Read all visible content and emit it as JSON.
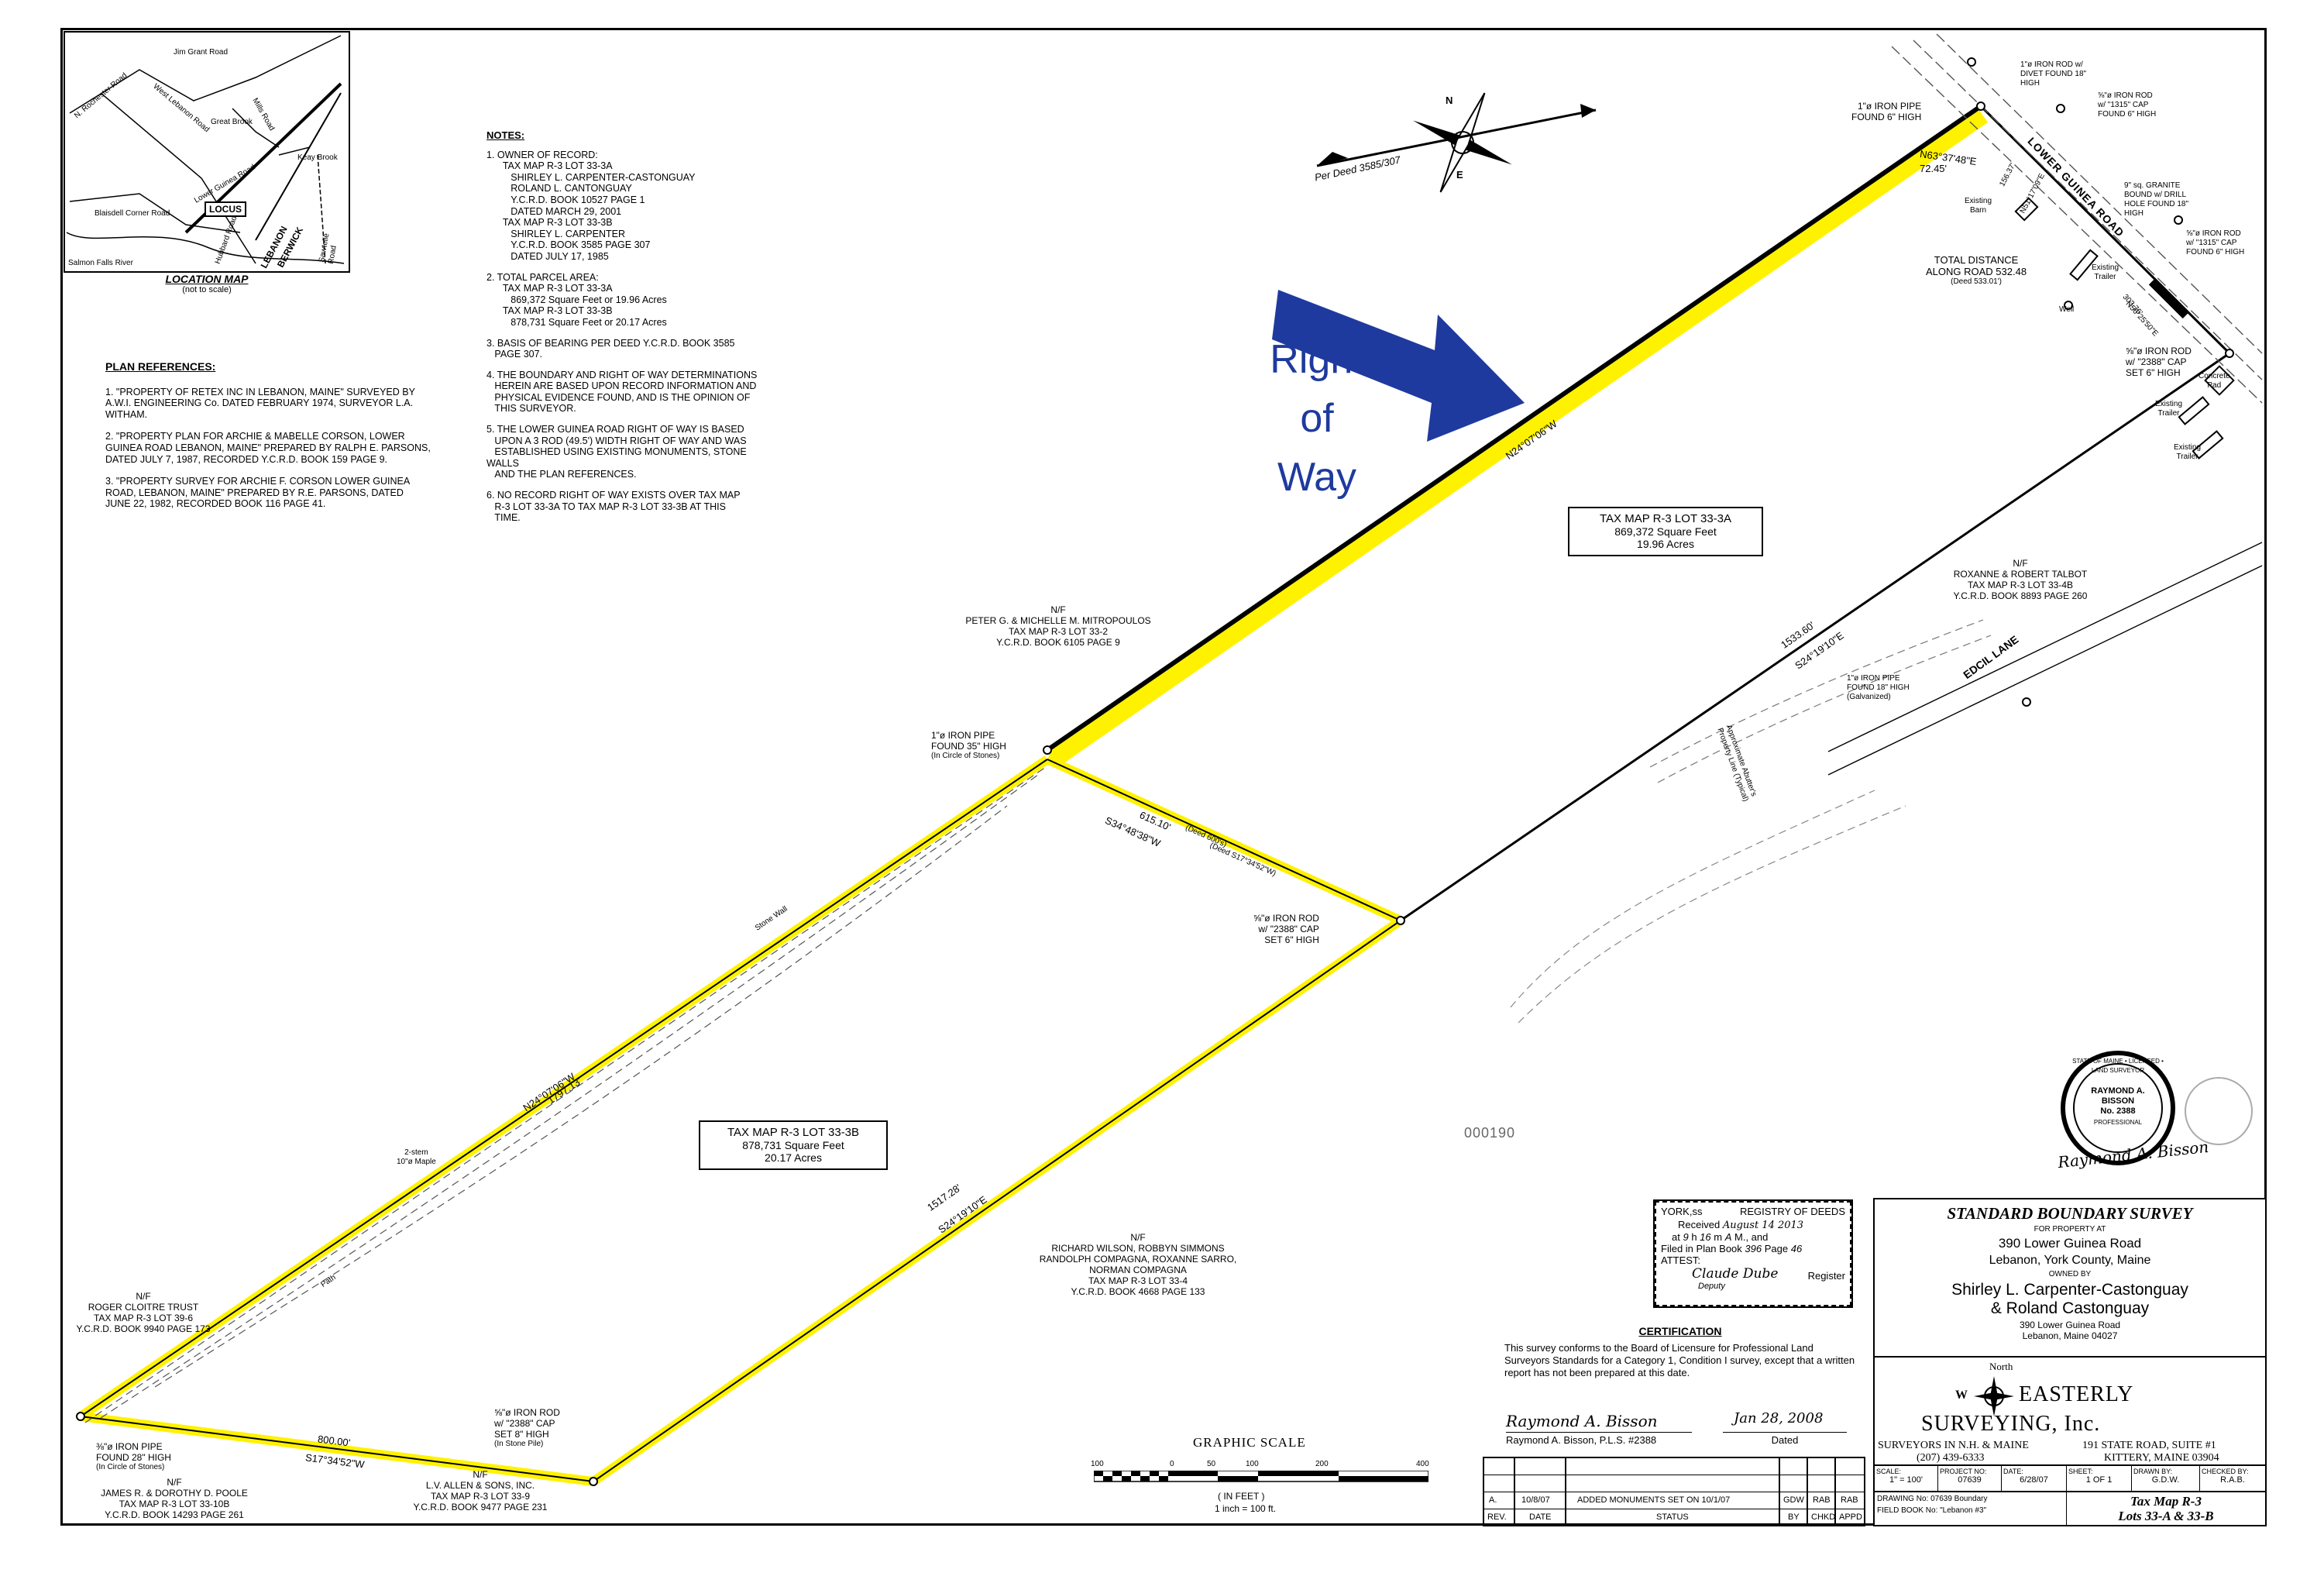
{
  "location_map": {
    "title": "LOCATION MAP",
    "subtitle": "(not to scale)",
    "roads": [
      "Jim Grant Road",
      "N. Rochester Road",
      "West Lebanon Road",
      "Great Brook",
      "Mills Road",
      "Keay Brook",
      "Lower Guinea Road",
      "Blaisdell Corner Road",
      "Hubbard Road",
      "Sawtelle Road",
      "Salmon Falls River"
    ],
    "locus": "LOCUS",
    "towns": [
      "LEBANON",
      "BERWICK"
    ]
  },
  "notes": {
    "heading": "NOTES:",
    "items": [
      "1. OWNER OF RECORD:\n      TAX MAP R-3 LOT 33-3A\n         SHIRLEY L. CARPENTER-CASTONGUAY\n         ROLAND L. CANTONGUAY\n         Y.C.R.D. BOOK 10527 PAGE 1\n         DATED MARCH 29, 2001\n      TAX MAP R-3 LOT 33-3B\n         SHIRLEY L. CARPENTER\n         Y.C.R.D. BOOK 3585 PAGE 307\n         DATED JULY 17, 1985",
      "2. TOTAL PARCEL AREA:\n      TAX MAP R-3 LOT 33-3A\n         869,372 Square Feet or 19.96 Acres\n      TAX MAP R-3 LOT 33-3B\n         878,731 Square Feet or 20.17 Acres",
      "3. BASIS OF BEARING PER DEED Y.C.R.D. BOOK 3585\n   PAGE 307.",
      "4. THE BOUNDARY AND RIGHT OF WAY DETERMINATIONS\n   HEREIN ARE BASED UPON RECORD INFORMATION AND\n   PHYSICAL EVIDENCE FOUND, AND IS THE OPINION OF\n   THIS SURVEYOR.",
      "5. THE LOWER GUINEA ROAD RIGHT OF WAY IS BASED\n   UPON A 3 ROD (49.5') WIDTH RIGHT OF WAY AND WAS\n   ESTABLISHED USING EXISTING MONUMENTS, STONE WALLS\n   AND THE PLAN REFERENCES.",
      "6. NO RECORD RIGHT OF WAY EXISTS OVER TAX MAP\n   R-3 LOT 33-3A TO TAX MAP R-3 LOT 33-3B AT THIS\n   TIME."
    ]
  },
  "plan_references": {
    "heading": "PLAN REFERENCES:",
    "items": [
      "1. \"PROPERTY OF RETEX INC IN LEBANON, MAINE\" SURVEYED BY A.W.I. ENGINEERING Co. DATED FEBRUARY 1974, SURVEYOR L.A. WITHAM.",
      "2. \"PROPERTY PLAN FOR ARCHIE & MABELLE CORSON, LOWER GUINEA ROAD LEBANON, MAINE\" PREPARED BY RALPH E. PARSONS, DATED JULY 7, 1987, RECORDED Y.C.R.D. BOOK 159 PAGE 9.",
      "3. \"PROPERTY SURVEY FOR ARCHIE F. CORSON LOWER GUINEA ROAD, LEBANON, MAINE\" PREPARED BY R.E. PARSONS, DATED JUNE 22, 1982, RECORDED BOOK 116 PAGE 41."
    ]
  },
  "annotation": {
    "right_of_way": [
      "Right",
      "of",
      "Way"
    ],
    "arrow_color": "#1f3a9e",
    "highlight_color": "#fff200"
  },
  "north_arrow": {
    "per_deed": "Per Deed 3585/307",
    "labels": [
      "N",
      "E"
    ]
  },
  "lots": {
    "lot_3a": {
      "title": "TAX MAP R-3 LOT 33-3A",
      "area_sf": "869,372 Square Feet",
      "area_ac": "19.96 Acres"
    },
    "lot_3b": {
      "title": "TAX MAP R-3 LOT 33-3B",
      "area_sf": "878,731 Square Feet",
      "area_ac": "20.17 Acres"
    }
  },
  "abutters": {
    "mitropoulos": [
      "N/F",
      "PETER G. & MICHELLE M. MITROPOULOS",
      "TAX MAP R-3 LOT 33-2",
      "Y.C.R.D. BOOK 6105 PAGE 9"
    ],
    "talbot": [
      "N/F",
      "ROXANNE & ROBERT TALBOT",
      "TAX MAP R-3 LOT 33-4B",
      "Y.C.R.D. BOOK 8893 PAGE 260"
    ],
    "wilson": [
      "N/F",
      "RICHARD WILSON, ROBBYN SIMMONS",
      "RANDOLPH COMPAGNA, ROXANNE SARRO,",
      "NORMAN COMPAGNA",
      "TAX MAP R-3 LOT 33-4",
      "Y.C.R.D. BOOK 4668 PAGE 133"
    ],
    "cloitre": [
      "N/F",
      "ROGER CLOITRE TRUST",
      "TAX MAP R-3 LOT 39-6",
      "Y.C.R.D. BOOK 9940 PAGE 173"
    ],
    "poole": [
      "N/F",
      "JAMES R. & DOROTHY D. POOLE",
      "TAX MAP R-3 LOT 33-10B",
      "Y.C.R.D. BOOK 14293 PAGE 261"
    ],
    "allen": [
      "N/F",
      "L.V. ALLEN & SONS, INC.",
      "TAX MAP R-3 LOT 33-9",
      "Y.C.R.D. BOOK 9477 PAGE 231"
    ]
  },
  "monuments": {
    "pipe_top": [
      "1\"ø IRON PIPE",
      "FOUND 6\" HIGH"
    ],
    "rod_divet": [
      "1\"ø IRON ROD w/",
      "DIVET FOUND 18\"",
      "HIGH"
    ],
    "rod_1315_top": [
      "⅝\"ø IRON ROD",
      "w/ \"1315\" CAP",
      "FOUND 6\" HIGH"
    ],
    "granite": [
      "9\" sq. GRANITE",
      "BOUND w/ DRILL",
      "HOLE FOUND 18\"",
      "HIGH"
    ],
    "rod_1315_right": [
      "⅝\"ø IRON ROD",
      "w/ \"1315\" CAP",
      "FOUND 6\" HIGH"
    ],
    "rod_2388_right": [
      "⅝\"ø IRON ROD",
      "w/ \"2388\" CAP",
      "SET 6\" HIGH"
    ],
    "pipe_mid": [
      "1\"ø IRON PIPE",
      "FOUND 35\" HIGH",
      "(In Circle of Stones)"
    ],
    "rod_2388_mid": [
      "⅝\"ø IRON ROD",
      "w/ \"2388\" CAP",
      "SET 6\" HIGH"
    ],
    "pipe_edcil": [
      "1\"ø IRON PIPE",
      "FOUND 18\" HIGH",
      "(Galvanized)"
    ],
    "pipe_left": [
      "⅜\"ø IRON PIPE",
      "FOUND 28\" HIGH",
      "(In Circle of Stones)"
    ],
    "rod_bottom": [
      "⅝\"ø IRON ROD",
      "w/ \"2388\" CAP",
      "SET 8\" HIGH",
      "(In Stone Pile)"
    ]
  },
  "bearings": {
    "top_bearing": "N63°37'48\"E",
    "top_dist": "72.45'",
    "road_a": "N51°17'09\"E",
    "road_a_dist": "156.37'",
    "road_b": "N56°25'50\"E",
    "road_b_dist": "303.76'",
    "total_distance": [
      "TOTAL DISTANCE",
      "ALONG ROAD 532.48",
      "(Deed 533.01')"
    ],
    "row_line": "N24°07'06\"W",
    "east_line_dist": "1533.60'",
    "east_line": "S24°19'10\"E",
    "mid_dist": "615.10'",
    "mid_deed_dist": "(Deed 600's)",
    "mid_bearing": "S34°48'38\"W",
    "mid_deed": "(Deed S17°34'52\"W)",
    "west_bearing": "N24°07'06\"W",
    "west_dist": "1797.13'",
    "south_dist": "1517.28'",
    "south_bearing": "S24°19'10\"E",
    "bottom_dist": "800.00'",
    "bottom_bearing": "S17°34'52\"W"
  },
  "features": {
    "road": "LOWER GUINEA ROAD",
    "edcil": "EDCIL LANE",
    "barn": [
      "Existing",
      "Barn"
    ],
    "trailer1": [
      "Existing",
      "Trailer"
    ],
    "well": "Well",
    "concrete": [
      "Concrete",
      "Pad"
    ],
    "trailer2": [
      "Existing",
      "Trailer"
    ],
    "trailer3": [
      "Existing",
      "Trailer"
    ],
    "abutter_line": [
      "Approximate Abutter's",
      "Property Line (Typical)"
    ],
    "stone_wall": "Stone Wall",
    "maple": [
      "2-stem",
      "10\"ø Maple"
    ],
    "path": "Path"
  },
  "stamp_number": "000190",
  "seal": {
    "ring": "STATE OF MAINE • LICENSED • LAND SURVEYOR",
    "name": "RAYMOND A.",
    "surname": "BISSON",
    "number": "No. 2388",
    "prof": "PROFESSIONAL",
    "signature": "Raymond A. Bisson"
  },
  "registry": {
    "county": "YORK,ss",
    "title": "REGISTRY OF DEEDS",
    "received_label": "Received",
    "received_value": "August 14 2013",
    "at_label": "at",
    "at_h": "9",
    "at_m": "16",
    "ampm": "A",
    "and": "M., and",
    "filed_label": "Filed in Plan Book",
    "book": "396",
    "page_label": "Page",
    "page": "46",
    "attest": "ATTEST:",
    "register": "Register",
    "sig": "Claude Dube",
    "deputy": "Deputy"
  },
  "certification": {
    "title": "CERTIFICATION",
    "text": "This survey conforms to the Board of Licensure for Professional Land Surveyors Standards for a Category 1, Condition I survey, except that a written report has not been prepared at this date.",
    "signature": "Raymond A. Bisson",
    "surveyor": "Raymond A. Bisson, P.L.S. #2388",
    "date_sig": "Jan 28, 2008",
    "dated": "Dated"
  },
  "graphic_scale": {
    "title": "GRAPHIC SCALE",
    "ticks": [
      "100",
      "0",
      "50",
      "100",
      "200",
      "400"
    ],
    "unit": "( IN FEET )",
    "ratio": "1 inch = 100 ft."
  },
  "revisions": {
    "row": [
      "A.",
      "10/8/07",
      "ADDED MONUMENTS SET ON 10/1/07",
      "GDW",
      "RAB",
      "RAB"
    ],
    "headers": [
      "REV.",
      "DATE",
      "STATUS",
      "BY",
      "CHKD",
      "APPD"
    ]
  },
  "title_block": {
    "title": "STANDARD BOUNDARY SURVEY",
    "for_property": "FOR PROPERTY AT",
    "address": "390 Lower Guinea Road",
    "town": "Lebanon, York County, Maine",
    "owned_by": "OWNED BY",
    "owner1": "Shirley L. Carpenter-Castonguay",
    "owner2": "& Roland Castonguay",
    "owner_addr1": "390 Lower Guinea Road",
    "owner_addr2": "Lebanon, Maine 04027",
    "company_north": "North",
    "company1": "EASTERLY",
    "company2": "SURVEYING, Inc.",
    "company3": "SURVEYORS IN N.H. & MAINE",
    "company_phone": "(207) 439-6333",
    "company_addr1": "191 STATE ROAD, SUITE #1",
    "company_addr2": "KITTERY, MAINE  03904",
    "meta_labels": [
      "SCALE:",
      "PROJECT NO:",
      "DATE:",
      "SHEET:",
      "DRAWN BY:",
      "CHECKED BY:"
    ],
    "meta_values": [
      "1\" = 100'",
      "07639",
      "6/28/07",
      "1 OF 1",
      "G.D.W.",
      "R.A.B."
    ],
    "drawing_no": "DRAWING No: 07639 Boundary",
    "field_book": "FIELD BOOK No: \"Lebanon #3\"",
    "map_ref1": "Tax Map R-3",
    "map_ref2": "Lots 33-A & 33-B"
  }
}
